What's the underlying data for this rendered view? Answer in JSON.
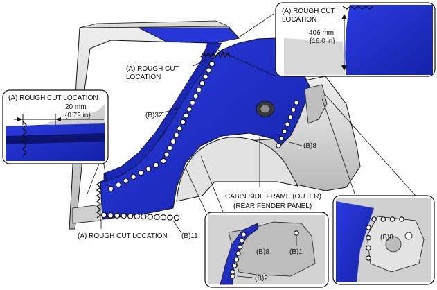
{
  "labels": {
    "rough_cut_top_center_1": "(A) ROUGH CUT",
    "rough_cut_top_center_2": "LOCATION",
    "rough_cut_top_right_1": "(A) ROUGH CUT",
    "rough_cut_top_right_2": "LOCATION",
    "dim_406_mm": "406 mm",
    "dim_406_in": "{16.0 in}",
    "rough_cut_left_box": "(A) ROUGH CUT LOCATION",
    "dim_20_mm": "20 mm",
    "dim_20_in": "{0.79 in}",
    "weld_b32": "(B)32",
    "weld_b8_main": "(B)8",
    "cabin_side_frame_1": "CABIN SIDE FRAME (OUTER)",
    "cabin_side_frame_2": "(REAR FENDER PANEL)",
    "rough_cut_bottom": "(A) ROUGH CUT LOCATION",
    "weld_b11": "(B)11",
    "weld_b8_detail_center": "(B)8",
    "weld_b1_detail_center": "(B)1",
    "weld_b2_detail_center": "(B)2",
    "weld_b8_detail_right": "(B)8"
  },
  "colors": {
    "panel_blue": "#1f2fc9",
    "panel_dark_blue": "#14208f",
    "frame_grey": "#c9c9c9",
    "frame_light": "#e6e6e6",
    "weld_fill": "#ffffff",
    "outline": "#111111"
  }
}
